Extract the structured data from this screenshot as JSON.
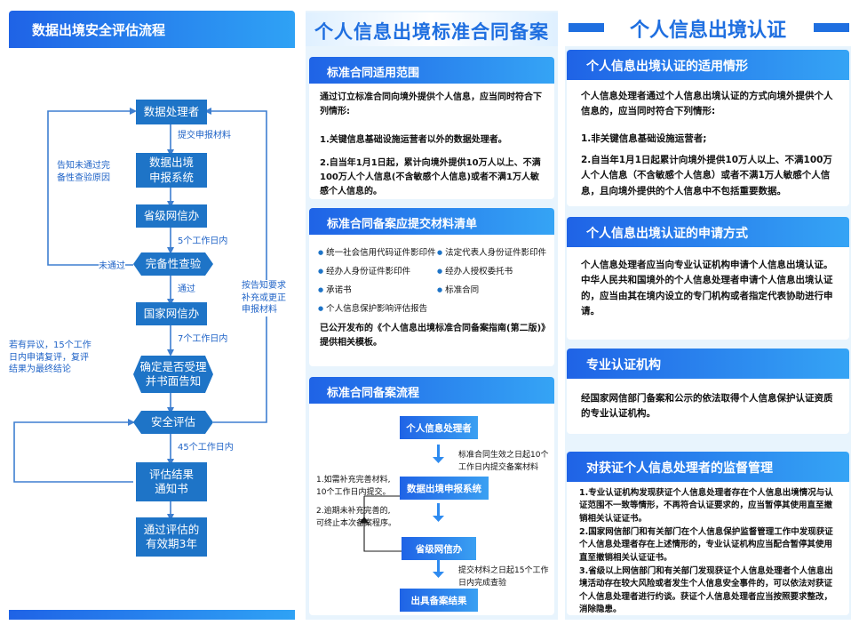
{
  "panel1": {
    "title": "数据出境安全评估流程",
    "nodes": {
      "processor": "数据处理者",
      "declare_system": "数据出境\n申报系统",
      "provincial": "省级网信办",
      "completeness": "完备性查验",
      "national": "国家网信办",
      "accept": "确定是否受理\n并书面告知",
      "assess": "安全评估",
      "notice": "评估结果\n通知书",
      "valid": "通过评估的\n有效期3年"
    },
    "labels": {
      "submit": "提交申报材料",
      "days5": "5个工作日内",
      "pass": "通过",
      "fail": "未通过",
      "notify_fail": "告知未通过完\n备性查验原因",
      "days7": "7个工作日内",
      "supplement": "按告知要求\n补充或更正\n申报材料",
      "objection": "若有异议，15个工作\n日内申请复评，复评\n结果为最终结论",
      "days45": "45个工作日内"
    }
  },
  "panel2": {
    "title": "个人信息出境标准合同备案",
    "scope": {
      "heading": "标准合同适用范围",
      "intro": "通过订立标准合同向境外提供个人信息，应当同时符合下列情形:",
      "item1": "1.关键信息基础设施运营者以外的数据处理者。",
      "item2": "2.自当年1月1日起，累计向境外提供10万人以上、不满100万人个人信息(不含敏感个人信息)或者不满1万人敏感个人信息的。"
    },
    "materials": {
      "heading": "标准合同备案应提交材料清单",
      "items": [
        "统一社会信用代码证件影印件",
        "法定代表人身份证件影印件",
        "经办人身份证件影印件",
        "经办人授权委托书",
        "承诺书",
        "标准合同",
        "个人信息保护影响评估报告"
      ],
      "note": "已公开发布的《个人信息出境标准合同备案指南(第二版)》提供相关模板。"
    },
    "process": {
      "heading": "标准合同备案流程",
      "step1": "个人信息处理者",
      "step2": "数据出境申报系统",
      "step3": "省级网信办",
      "step4": "出具备案结果",
      "note1": "标准合同生效之日起10个\n工作日内提交备案材料",
      "note2": "1.如需补充完善材料,\n10个工作日内提交。",
      "note3": "2.逾期未补充完善的,\n可终止本次备案程序。",
      "note4": "提交材料之日起15个工作\n日内完成查验"
    }
  },
  "panel3": {
    "title": "个人信息出境认证",
    "applicable": {
      "heading": "个人信息出境认证的适用情形",
      "intro": "个人信息处理者通过个人信息出境认证的方式向境外提供个人信息的，应当同时符合下列情形:",
      "item1": "1.非关键信息基础设施运营者;",
      "item2": "2.自当年1月1日起累计向境外提供10万人以上、不满100万人个人信息（不含敏感个人信息）或者不满1万人敏感个人信息，且向境外提供的个人信息中不包括重要数据。"
    },
    "apply": {
      "heading": "个人信息出境认证的申请方式",
      "text": "个人信息处理者应当向专业认证机构申请个人信息出境认证。中华人民共和国境外的个人信息处理者申请个人信息出境认证的，应当由其在境内设立的专门机构或者指定代表协助进行申请。"
    },
    "agency": {
      "heading": "专业认证机构",
      "text": "经国家网信部门备案和公示的依法取得个人信息保护认证资质的专业认证机构。"
    },
    "supervision": {
      "heading": "对获证个人信息处理者的监督管理",
      "item1": "1.专业认证机构发现获证个人信息处理者存在个人信息出境情况与认证范围不一致等情形，不再符合认证要求的，应当暂停其使用直至撤销相关认证证书。",
      "item2": "2.国家网信部门和有关部门在个人信息保护监督管理工作中发现获证个人信息处理者存在上述情形的，专业认证机构应当配合暂停其使用直至撤销相关认证证书。",
      "item3": "3.省级以上网信部门和有关部门发现获证个人信息处理者个人信息出境活动存在较大风险或者发生个人信息安全事件的，可以依法对获证个人信息处理者进行约谈。获证个人信息处理者应当按照要求整改，消除隐患。"
    },
    "colors": {
      "accent": "#1f6fe0",
      "node": "#1e74c7",
      "bg": "#e8f4fd"
    }
  }
}
